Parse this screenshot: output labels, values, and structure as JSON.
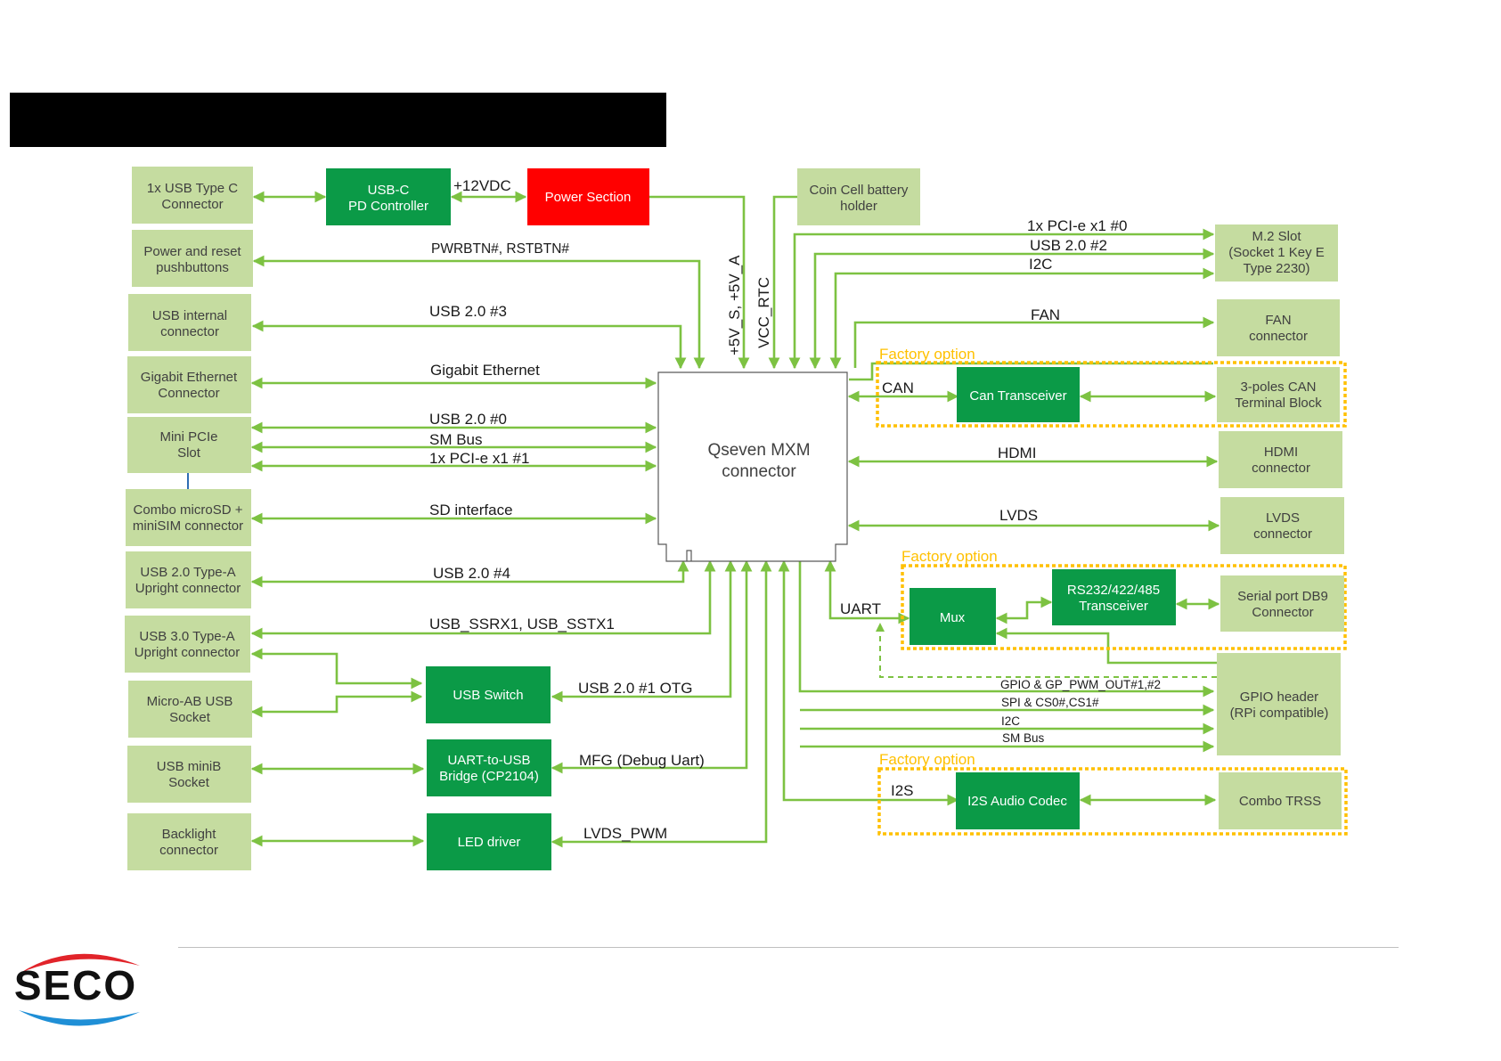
{
  "blocks": {
    "usb_type_c": [
      "1x USB Type C",
      "Connector"
    ],
    "power_reset": [
      "Power and reset",
      "pushbuttons"
    ],
    "usb_internal": [
      "USB internal",
      "connector"
    ],
    "gbe": [
      "Gigabit Ethernet",
      "Connector"
    ],
    "minipcie": [
      "Mini PCIe",
      "Slot"
    ],
    "microsd": [
      "Combo microSD +",
      "miniSIM connector"
    ],
    "usb20a": [
      "USB 2.0 Type-A",
      "Upright connector"
    ],
    "usb30a": [
      "USB 3.0 Type-A",
      "Upright connector"
    ],
    "microab": [
      "Micro-AB USB",
      "Socket"
    ],
    "minib": [
      "USB miniB",
      "Socket"
    ],
    "backlight": [
      "Backlight",
      "connector"
    ],
    "usbc_pd": [
      "USB-C",
      "PD Controller"
    ],
    "power_section": [
      "Power Section"
    ],
    "usb_switch": [
      "USB Switch"
    ],
    "uart_usb": [
      "UART-to-USB",
      "Bridge (CP2104)"
    ],
    "led_driver": [
      "LED driver"
    ],
    "coin_cell": [
      "Coin Cell battery",
      "holder"
    ],
    "qseven": [
      "Qseven MXM",
      "connector"
    ],
    "m2": [
      "M.2 Slot",
      "(Socket 1 Key E",
      "Type 2230)"
    ],
    "fan": [
      "FAN",
      "connector"
    ],
    "can_trans": [
      "Can Transceiver"
    ],
    "can_block": [
      "3-poles CAN",
      "Terminal Block"
    ],
    "hdmi": [
      "HDMI",
      "connector"
    ],
    "lvds": [
      "LVDS",
      "connector"
    ],
    "mux": [
      "Mux"
    ],
    "rs232": [
      "RS232/422/485",
      "Transceiver"
    ],
    "serial": [
      "Serial port DB9",
      "Connector"
    ],
    "gpio": [
      "GPIO header",
      "(RPi compatible)"
    ],
    "i2s_codec": [
      "I2S Audio Codec"
    ],
    "combo_trss": [
      "Combo TRSS"
    ]
  },
  "signals": {
    "v12": "+12VDC",
    "pwrbtn": "PWRBTN#, RSTBTN#",
    "usb3": "USB 2.0 #3",
    "gbe": "Gigabit Ethernet",
    "usb0": "USB 2.0 #0",
    "smbus": "SM Bus",
    "pcie1": "1x PCI-e x1 #1",
    "sd": "SD interface",
    "usb4": "USB 2.0 #4",
    "ss": "USB_SSRX1, USB_SSTX1",
    "otg": "USB 2.0 #1 OTG",
    "mfg": "MFG (Debug Uart)",
    "lvds_pwm": "LVDS_PWM",
    "v5": "+5V_S, +5V_A",
    "vcc_rtc": "VCC_RTC",
    "pcie0": "1x PCI-e x1 #0",
    "usb2": "USB 2.0 #2",
    "i2c": "I2C",
    "fan": "FAN",
    "can": "CAN",
    "hdmi": "HDMI",
    "lvds": "LVDS",
    "uart": "UART",
    "gpio_pwm": "GPIO & GP_PWM_OUT#1,#2",
    "spi": "SPI & CS0#,CS1#",
    "i2c2": "I2C",
    "smbus2": "SM Bus",
    "i2s": "I2S"
  },
  "factory_option": "Factory option",
  "logo_text": "SECO",
  "colors": {
    "light_block": "#c5dca0",
    "dark_block": "#0b9a47",
    "power_block": "#ff0000",
    "lines": "#7dc242",
    "factory": "#ffc000"
  }
}
